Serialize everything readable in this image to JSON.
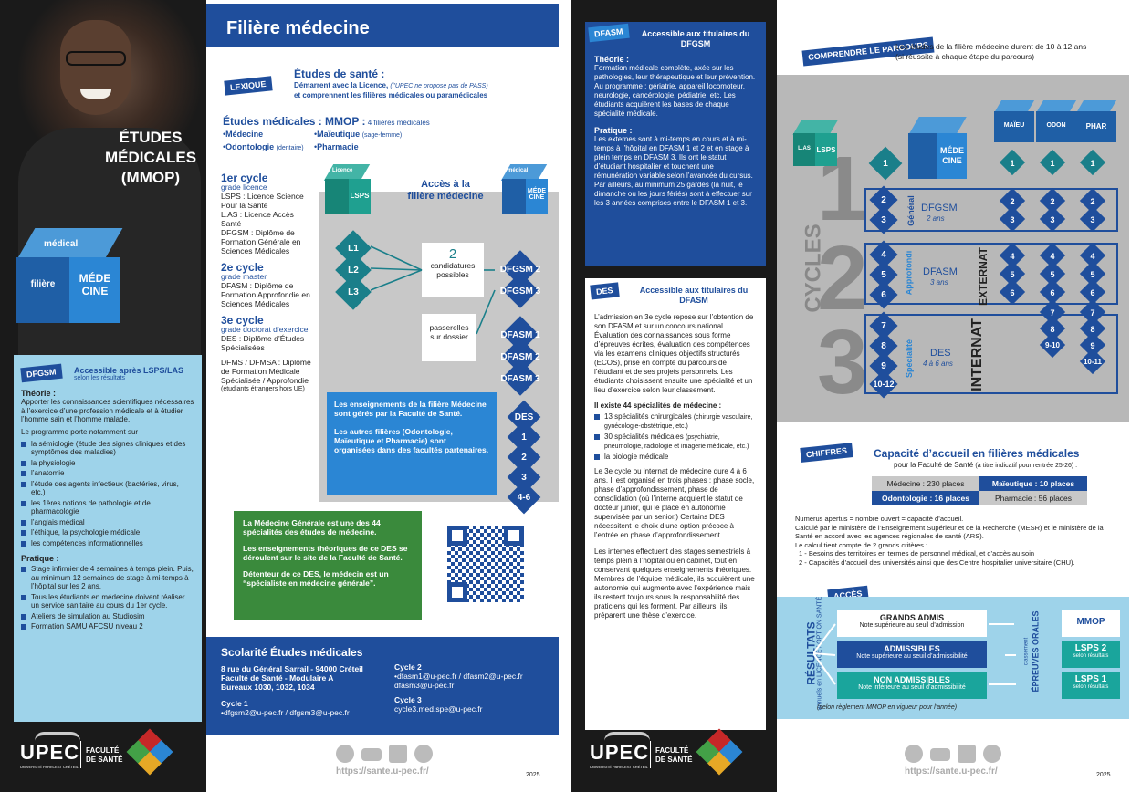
{
  "left_panel": {
    "title_lines": [
      "ÉTUDES",
      "MÉDICALES",
      "(MMOP)"
    ],
    "cube": {
      "top": "médical",
      "left": "filière",
      "right_1": "MÉDE",
      "right_2": "CINE"
    },
    "dfgsm": {
      "tag": "DFGSM",
      "heading": "Accessible après LSPS/LAS",
      "subheading": "selon les résultats",
      "theorie_title": "Théorie :",
      "theorie_text": "Apporter les connaissances scientifiques nécessaires à l’exercice d’une profession médicale et à étudier l’homme sain et l’homme malade.",
      "programme_intro": "Le programme porte notamment sur",
      "items": [
        "la sémiologie (étude des signes cliniques et des symptômes des maladies)",
        "la physiologie",
        "l’anatomie",
        "l’étude des agents infectieux (bactéries, virus, etc.)",
        "les 1ères notions de pathologie et de pharmacologie",
        "l’anglais médical",
        "l’éthique, la psychologie médicale",
        "les compétences informationnelles"
      ],
      "pratique_title": "Pratique :",
      "pratique_items": [
        "Stage infirmier de 4 semaines à temps plein. Puis, au minimum 12 semaines de stage à mi-temps à l’hôpital sur les 2 ans.",
        "Tous les étudiants en médecine doivent réaliser un service sanitaire au cours du 1er cycle.",
        "Ateliers de simulation au Studiosim",
        "Formation SAMU AFCSU niveau 2"
      ]
    },
    "logo": {
      "upec": "UPEC",
      "upec_sub": "UNIVERSITÉ PARIS-EST CRÉTEIL",
      "faculty": "FACULTÉ DE SANTÉ"
    }
  },
  "center_panel": {
    "title": "Filière médecine",
    "lexique_tag": "LEXIQUE",
    "etudes_sante_title": "Études de santé :",
    "etudes_sante_line1": "Démarrent avec la Licence,",
    "etudes_sante_italic": "(l’UPEC ne propose pas de PASS)",
    "etudes_sante_line2": "et comprennent les filières médicales ou paramédicales",
    "mmop_title": "Études médicales : MMOP :",
    "mmop_count": "4 filières médicales",
    "mmop_items": [
      {
        "name": "Médecine",
        "note": ""
      },
      {
        "name": "Maïeutique",
        "note": "(sage-femme)"
      },
      {
        "name": "Odontologie",
        "note": "(dentaire)"
      },
      {
        "name": "Pharmacie",
        "note": ""
      }
    ],
    "cycle1": {
      "title": "1er cycle",
      "grade": "grade licence",
      "lines": [
        "LSPS : Licence Science Pour la Santé",
        "L.AS : Licence Accès Santé",
        "DFGSM : Diplôme de Formation Générale en Sciences Médicales"
      ]
    },
    "cycle2": {
      "title": "2e cycle",
      "grade": "grade master",
      "lines": [
        "DFASM : Diplôme de Formation Approfondie en Sciences Médicales"
      ]
    },
    "cycle3": {
      "title": "3e cycle",
      "grade": "grade doctorat d’exercice",
      "lines": [
        "DES : Diplôme d’Études Spécialisées",
        "DFMS / DFMSA : Diplôme de Formation Médicale Spécialisée / Approfondie"
      ],
      "note": "(étudiants étrangers hors UE)"
    },
    "diagram": {
      "licence_cube_top": "Licence",
      "licence_cube_face": "LSPS",
      "access_title": "Accès à la filière médecine",
      "med_cube_top": "médical",
      "med_cube_face": "MÉDE CINE",
      "l_items": [
        "L1",
        "L2",
        "L3"
      ],
      "candidatures_num": "2",
      "candidatures_text": "candidatures possibles",
      "passerelles_text": "passerelles sur dossier",
      "right_items": [
        "DFGSM 2",
        "DFGSM 3",
        "DFASM 1",
        "DFASM 2",
        "DFASM 3"
      ],
      "des_items": [
        "DES",
        "1",
        "2",
        "3",
        "4-6"
      ],
      "info_p1": "Les enseignements de la filière Médecine sont gérés par la Faculté de Santé.",
      "info_p2": "Les autres filières (Odontologie, Maïeutique et Pharmacie) sont organisées dans des facultés partenaires."
    },
    "green_box": {
      "p1": "La Médecine Générale est une des 44 spécialités des études de médecine.",
      "p2": "Les enseignements théoriques de ce DES se déroulent sur le site de la Faculté de Santé.",
      "p3": "Détenteur de ce DES, le médecin est un “spécialiste en médecine générale”."
    },
    "scolarite": {
      "title": "Scolarité Études médicales",
      "address": [
        "8 rue du Général Sarrail - 94000 Créteil",
        "Faculté de Santé - Modulaire A",
        "Bureaux 1030, 1032, 1034"
      ],
      "cycle1_label": "Cycle 1",
      "cycle1_mail": "•dfgsm2@u-pec.fr / dfgsm3@u-pec.fr",
      "cycle2_label": "Cycle 2",
      "cycle2_mail": "•dfasm1@u-pec.fr / dfasm2@u-pec.fr",
      "cycle2_mail2": "dfasm3@u-pec.fr",
      "cycle3_label": "Cycle 3",
      "cycle3_mail": "cycle3.med.spe@u-pec.fr"
    },
    "footer": {
      "url": "https://sante.u-pec.fr/",
      "year": "2025"
    }
  },
  "middle_panel": {
    "dfasm": {
      "tag": "DFASM",
      "heading": "Accessible aux titulaires du DFGSM",
      "theorie_title": "Théorie :",
      "theorie_text": "Formation médicale complète, axée sur les pathologies, leur thérapeutique et leur prévention. Au programme : gériatrie, appareil locomoteur, neurologie, cancérologie, pédiatrie, etc. Les étudiants acquièrent les bases de chaque spécialité médicale.",
      "pratique_title": "Pratique :",
      "pratique_text": "Les externes sont à mi-temps en cours et à mi-temps à l’hôpital en DFASM 1 et 2 et en stage à plein temps en DFASM 3. Ils ont le statut d’étudiant hospitalier et touchent une rémunération variable selon l’avancée du cursus. Par ailleurs, au minimum 25 gardes (la nuit, le dimanche ou les jours fériés) sont à effectuer sur les 3 années comprises entre le DFASM 1 et 3."
    },
    "des": {
      "tag": "DES",
      "heading": "Accessible aux titulaires du DFASM",
      "p1": "L’admission en 3e cycle repose sur l’obtention de son DFASM et sur un concours national. Évaluation des connaissances sous forme d’épreuves écrites, évaluation des compétences via les examens cliniques objectifs structurés (ECOS), prise en compte du parcours de l’étudiant et de ses projets personnels. Les étudiants choisissent ensuite une spécialité et un lieu d’exercice selon leur classement.",
      "count_title": "Il existe 44 spécialités de médecine :",
      "items": [
        {
          "label": "13 spécialités chirurgicales",
          "note": "(chirurgie vasculaire, gynécologie-obstétrique, etc.)"
        },
        {
          "label": "30 spécialités médicales",
          "note": "(psychiatrie, pneumologie, radiologie et imagerie médicale, etc.)"
        },
        {
          "label": "la biologie médicale",
          "note": ""
        }
      ],
      "p2": "Le 3e cycle ou internat de médecine dure 4 à 6 ans. Il est organisé en trois phases : phase socle, phase d’approfondissement, phase de consolidation (où l’interne acquiert le statut de docteur junior, qui le place en autonomie supervisée par un senior.) Certains DES nécessitent le choix d’une option précoce à l’entrée en phase d’approfondissement.",
      "p3": "Les internes effectuent des stages semestriels à temps plein à l’hôpital ou en cabinet, tout en conservant quelques enseignements théoriques. Membres de l’équipe médicale, ils acquièrent une autonomie qui augmente avec l’expérience mais ils restent toujours sous la responsabilité des praticiens qui les forment. Par ailleurs, ils préparent une thèse d’exercice."
    }
  },
  "right_panel": {
    "comprendre_tag": "COMPRENDRE LE PARCOURS",
    "intro": "Les études de la filière médecine durent de 10 à 12 ans (si réussite à chaque étape du parcours)",
    "cycles_label": "CYCLES",
    "cycle_nums": [
      "1",
      "2",
      "3"
    ],
    "rows": {
      "general": {
        "label": "Général",
        "name": "DFGSM",
        "dur": "2 ans",
        "nums": [
          "2",
          "3"
        ]
      },
      "approfondi": {
        "label": "Approfondi",
        "name": "DFASM",
        "dur": "3 ans",
        "nums": [
          "4",
          "5",
          "6"
        ]
      },
      "specialite": {
        "label": "Spécialité",
        "name": "DES",
        "dur": "4 à 6 ans",
        "nums": [
          "7",
          "8",
          "9",
          "10-12"
        ]
      }
    },
    "externat": "EXTERNAT",
    "internat": "INTERNAT",
    "filieres": [
      "MAÏEU",
      "ODON",
      "PHAR"
    ],
    "filiere_cols": [
      {
        "nums": [
          "1",
          "2",
          "3",
          "4",
          "5",
          "6"
        ]
      },
      {
        "nums": [
          "1",
          "2",
          "3",
          "4",
          "5",
          "6",
          "7",
          "8",
          "9-10"
        ]
      },
      {
        "nums": [
          "1",
          "2",
          "3",
          "4",
          "5",
          "6",
          "7",
          "8",
          "9",
          "10-11"
        ]
      }
    ],
    "chiffres_tag": "CHIFFRES",
    "capacite_title": "Capacité d’accueil en filières médicales",
    "capacite_sub": "pour la Faculté de Santé",
    "capacite_note": "(à titre indicatif pour rentrée 25-26) :",
    "places": [
      {
        "label": "Médecine : 230 places"
      },
      {
        "label": "Maïeutique : 10 places"
      },
      {
        "label": "Odontologie : 16 places"
      },
      {
        "label": "Pharmacie : 56 places"
      }
    ],
    "numerus": "Numerus apertus = nombre ouvert = capacité d’accueil.",
    "calc": "Calculé par le ministère de l’Enseignement Supérieur et de la Recherche (MESR) et le ministère de la Santé en accord avec les agences régionales de santé (ARS).",
    "criteres": "Le calcul tient compte de 2 grands critères :",
    "critere1": "1 - Besoins des territoires en termes de personnel médical, et d’accès au soin",
    "critere2": "2 - Capacités d’accueil des universités ainsi que des Centre hospitalier universitaire (CHU).",
    "acces_tag": "ACCÈS",
    "resultats": "RÉSULTATS",
    "resultats_sub": "annuels en LICENCE / OPTION SANTÉ",
    "grands_admis": "GRANDS ADMIS",
    "grands_admis_sub": "Note supérieure au seuil d’admission",
    "admissibles": "ADMISSIBLES",
    "admissibles_sub": "Note supérieure au seuil d’admissibilité",
    "non_admissibles": "NON ADMISSIBLES",
    "non_admissibles_sub": "Note inférieure au seuil d’admissibilité",
    "epreuves": "ÉPREUVES ORALES",
    "epreuves_sub": "classement",
    "mmop": "MMOP",
    "lsps2": "LSPS 2",
    "lsps1": "LSPS 1",
    "selon": "selon résultats",
    "reglement": "(selon règlement MMOP en vigueur pour l’année)",
    "footer_url": "https://sante.u-pec.fr/",
    "footer_year": "2025"
  }
}
